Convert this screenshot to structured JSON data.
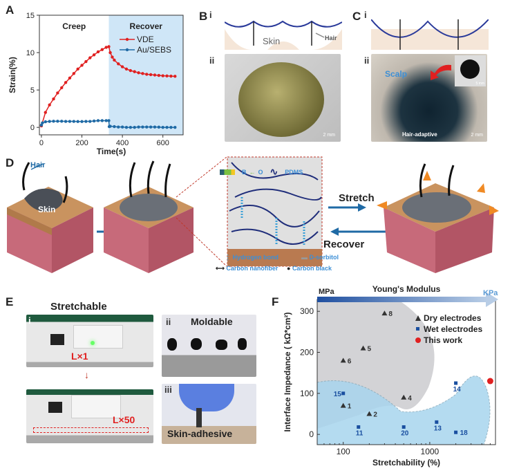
{
  "panels": {
    "A": "A",
    "B": "B",
    "C": "C",
    "D": "D",
    "E": "E",
    "F": "F",
    "sub_i": "i",
    "sub_ii": "ii",
    "sub_iii": "iii"
  },
  "panel_b": {
    "skin": "Skin",
    "hair": "Hair",
    "scale": "2 mm"
  },
  "panel_c": {
    "scalp": "Scalp",
    "hair_adaptive": "Hair-adaptive",
    "scale": "2 mm",
    "inset_scale": "5 mm"
  },
  "panel_d": {
    "hair": "Hair",
    "skin": "Skin",
    "legend_bo": "B",
    "legend_o": "O",
    "legend_pdms": "PDMS",
    "hydrogen_bond": "Hydrogen bond",
    "d_sorbitol": "D-sorbitol",
    "carbon_nanofiber": "Carbon nanofiber",
    "carbon_black": "Carbon black",
    "stretch": "Stretch",
    "recover": "Recover"
  },
  "panel_e": {
    "stretchable": "Stretchable",
    "moldable": "Moldable",
    "skin_adhesive": "Skin-adhesive",
    "l1": "L×1",
    "l50": "L×50"
  },
  "colors": {
    "vde": "#e02020",
    "au": "#1f6aa5",
    "recover_bg": "#cfe6f7",
    "dry": "#333333",
    "wet": "#1a4fa0",
    "this_work": "#e02020"
  },
  "chart_data": [
    {
      "type": "line",
      "title": "",
      "xlabel": "Time(s)",
      "ylabel": "Strain(%)",
      "xlim": [
        -10,
        700
      ],
      "ylim": [
        -1,
        15
      ],
      "xticks": [
        0,
        200,
        400,
        600
      ],
      "yticks": [
        0,
        5,
        10,
        15
      ],
      "regions": [
        {
          "label": "Creep",
          "from": 0,
          "to": 333
        },
        {
          "label": "Recover",
          "from": 333,
          "to": 700
        }
      ],
      "legend": "top-right",
      "series": [
        {
          "name": "VDE",
          "x": [
            0,
            20,
            40,
            60,
            80,
            100,
            120,
            140,
            160,
            180,
            200,
            220,
            240,
            260,
            280,
            300,
            320,
            333,
            340,
            350,
            360,
            380,
            400,
            420,
            440,
            460,
            480,
            500,
            520,
            540,
            560,
            580,
            600,
            620,
            640,
            660
          ],
          "y": [
            0.2,
            2.0,
            3.0,
            3.8,
            4.6,
            5.3,
            6.0,
            6.6,
            7.2,
            7.8,
            8.3,
            8.8,
            9.3,
            9.7,
            10.1,
            10.4,
            10.7,
            10.8,
            10.0,
            9.4,
            9.0,
            8.5,
            8.1,
            7.8,
            7.6,
            7.45,
            7.3,
            7.2,
            7.1,
            7.05,
            7.0,
            6.95,
            6.9,
            6.88,
            6.85,
            6.83
          ]
        },
        {
          "name": "Au/SEBS",
          "x": [
            0,
            5,
            20,
            40,
            60,
            80,
            100,
            120,
            140,
            160,
            180,
            200,
            220,
            240,
            260,
            280,
            300,
            320,
            333,
            335,
            340,
            360,
            380,
            400,
            420,
            440,
            460,
            480,
            500,
            520,
            540,
            560,
            580,
            600,
            620,
            640,
            660
          ],
          "y": [
            0.3,
            0.6,
            0.75,
            0.8,
            0.82,
            0.82,
            0.82,
            0.8,
            0.8,
            0.8,
            0.78,
            0.78,
            0.8,
            0.8,
            0.85,
            0.9,
            0.9,
            0.9,
            0.9,
            0.1,
            0.15,
            0.1,
            0.05,
            0.05,
            0.0,
            0.0,
            0.0,
            0.05,
            0.05,
            0.05,
            0.05,
            0.05,
            0.03,
            0.0,
            0.0,
            0.0,
            0.0
          ]
        }
      ]
    },
    {
      "type": "scatter",
      "title": "Young's Modulus",
      "modulus_high": "MPa",
      "modulus_low": "KPa",
      "xlabel": "Stretchability (%)",
      "ylabel": "Interface Impedance ( kΩ*cm²)",
      "xscale": "log",
      "xlim": [
        50,
        5750
      ],
      "ylim": [
        -25,
        329
      ],
      "xticks": [
        100,
        1000
      ],
      "xtick_labels": [
        "100",
        "1000"
      ],
      "yticks": [
        0,
        100,
        200,
        300
      ],
      "legend": "top-right",
      "series": [
        {
          "name": "Dry electrodes",
          "marker": "triangle",
          "points": [
            {
              "label": "1",
              "x": 100,
              "y": 70
            },
            {
              "label": "2",
              "x": 200,
              "y": 50
            },
            {
              "label": "4",
              "x": 500,
              "y": 90
            },
            {
              "label": "5",
              "x": 170,
              "y": 210
            },
            {
              "label": "6",
              "x": 100,
              "y": 180
            },
            {
              "label": "8",
              "x": 300,
              "y": 295
            }
          ]
        },
        {
          "name": "Wet electrodes",
          "marker": "square",
          "points": [
            {
              "label": "11",
              "x": 150,
              "y": 18
            },
            {
              "label": "13",
              "x": 1200,
              "y": 30
            },
            {
              "label": "14",
              "x": 2000,
              "y": 125
            },
            {
              "label": "15",
              "x": 100,
              "y": 100
            },
            {
              "label": "18",
              "x": 2000,
              "y": 5
            },
            {
              "label": "20",
              "x": 500,
              "y": 18
            }
          ]
        },
        {
          "name": "This work",
          "marker": "circle",
          "points": [
            {
              "label": "",
              "x": 5000,
              "y": 130
            }
          ]
        }
      ]
    }
  ]
}
